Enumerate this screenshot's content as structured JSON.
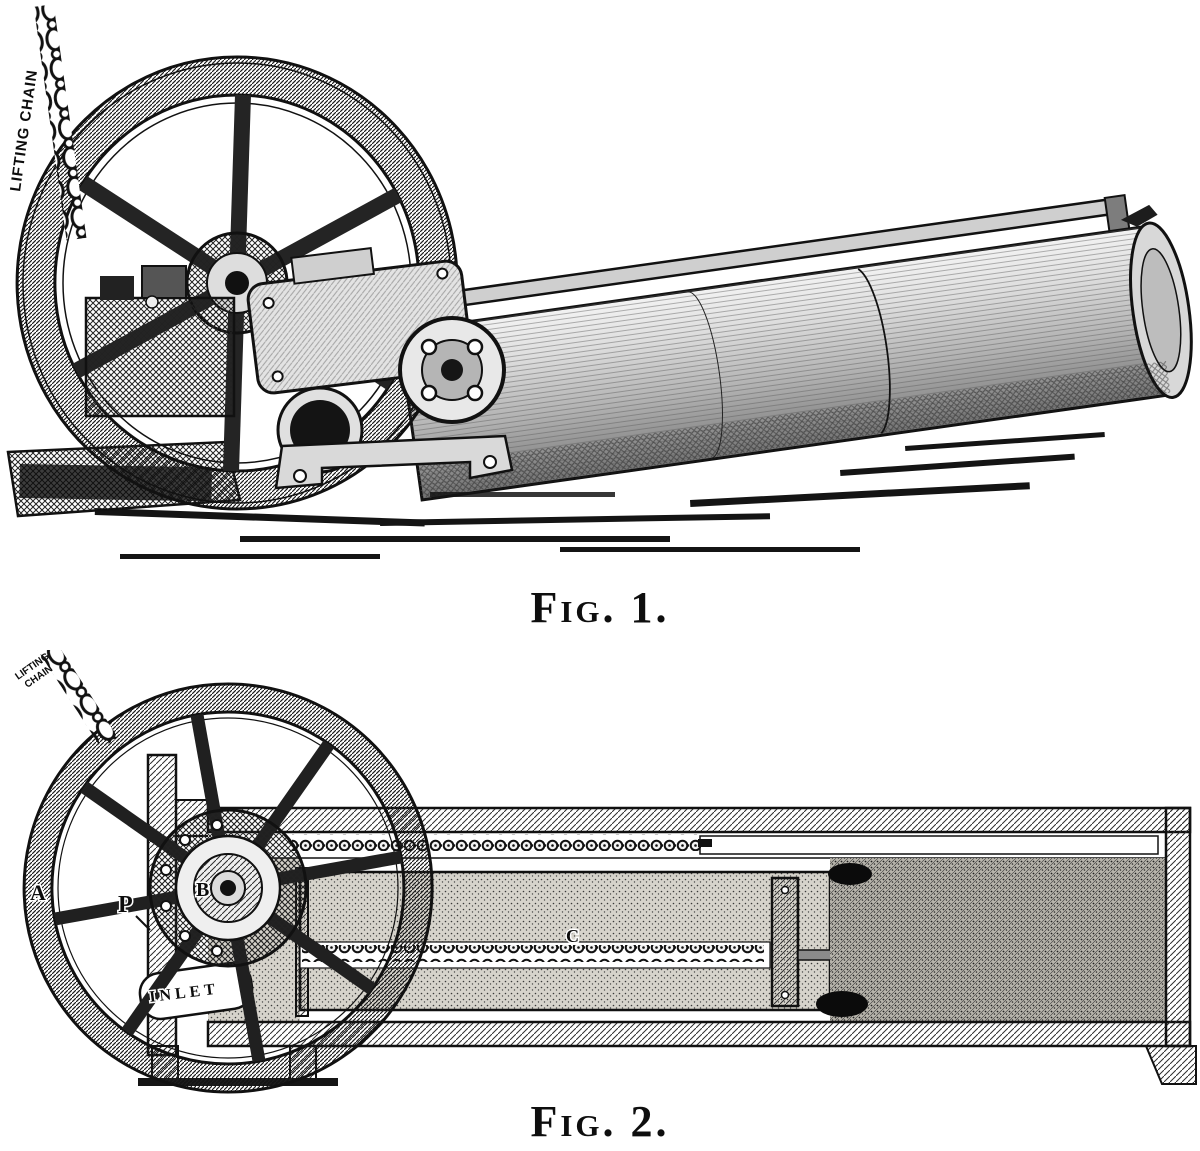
{
  "page": {
    "paper_color": "#ffffff",
    "ink_color": "#101010",
    "description": "Engraved plate with two figures of a chain-driven hydraulic pump cylinder"
  },
  "fig1": {
    "caption": "Fig. 1.",
    "chain_label": "LIFTING CHAIN"
  },
  "fig2": {
    "caption": "Fig. 2.",
    "chain_label_line1": "LIFTING",
    "chain_label_line2": "CHAIN",
    "labels": {
      "a": "A",
      "p": "P",
      "b": "B",
      "c": "C",
      "inlet": "INLET"
    }
  }
}
